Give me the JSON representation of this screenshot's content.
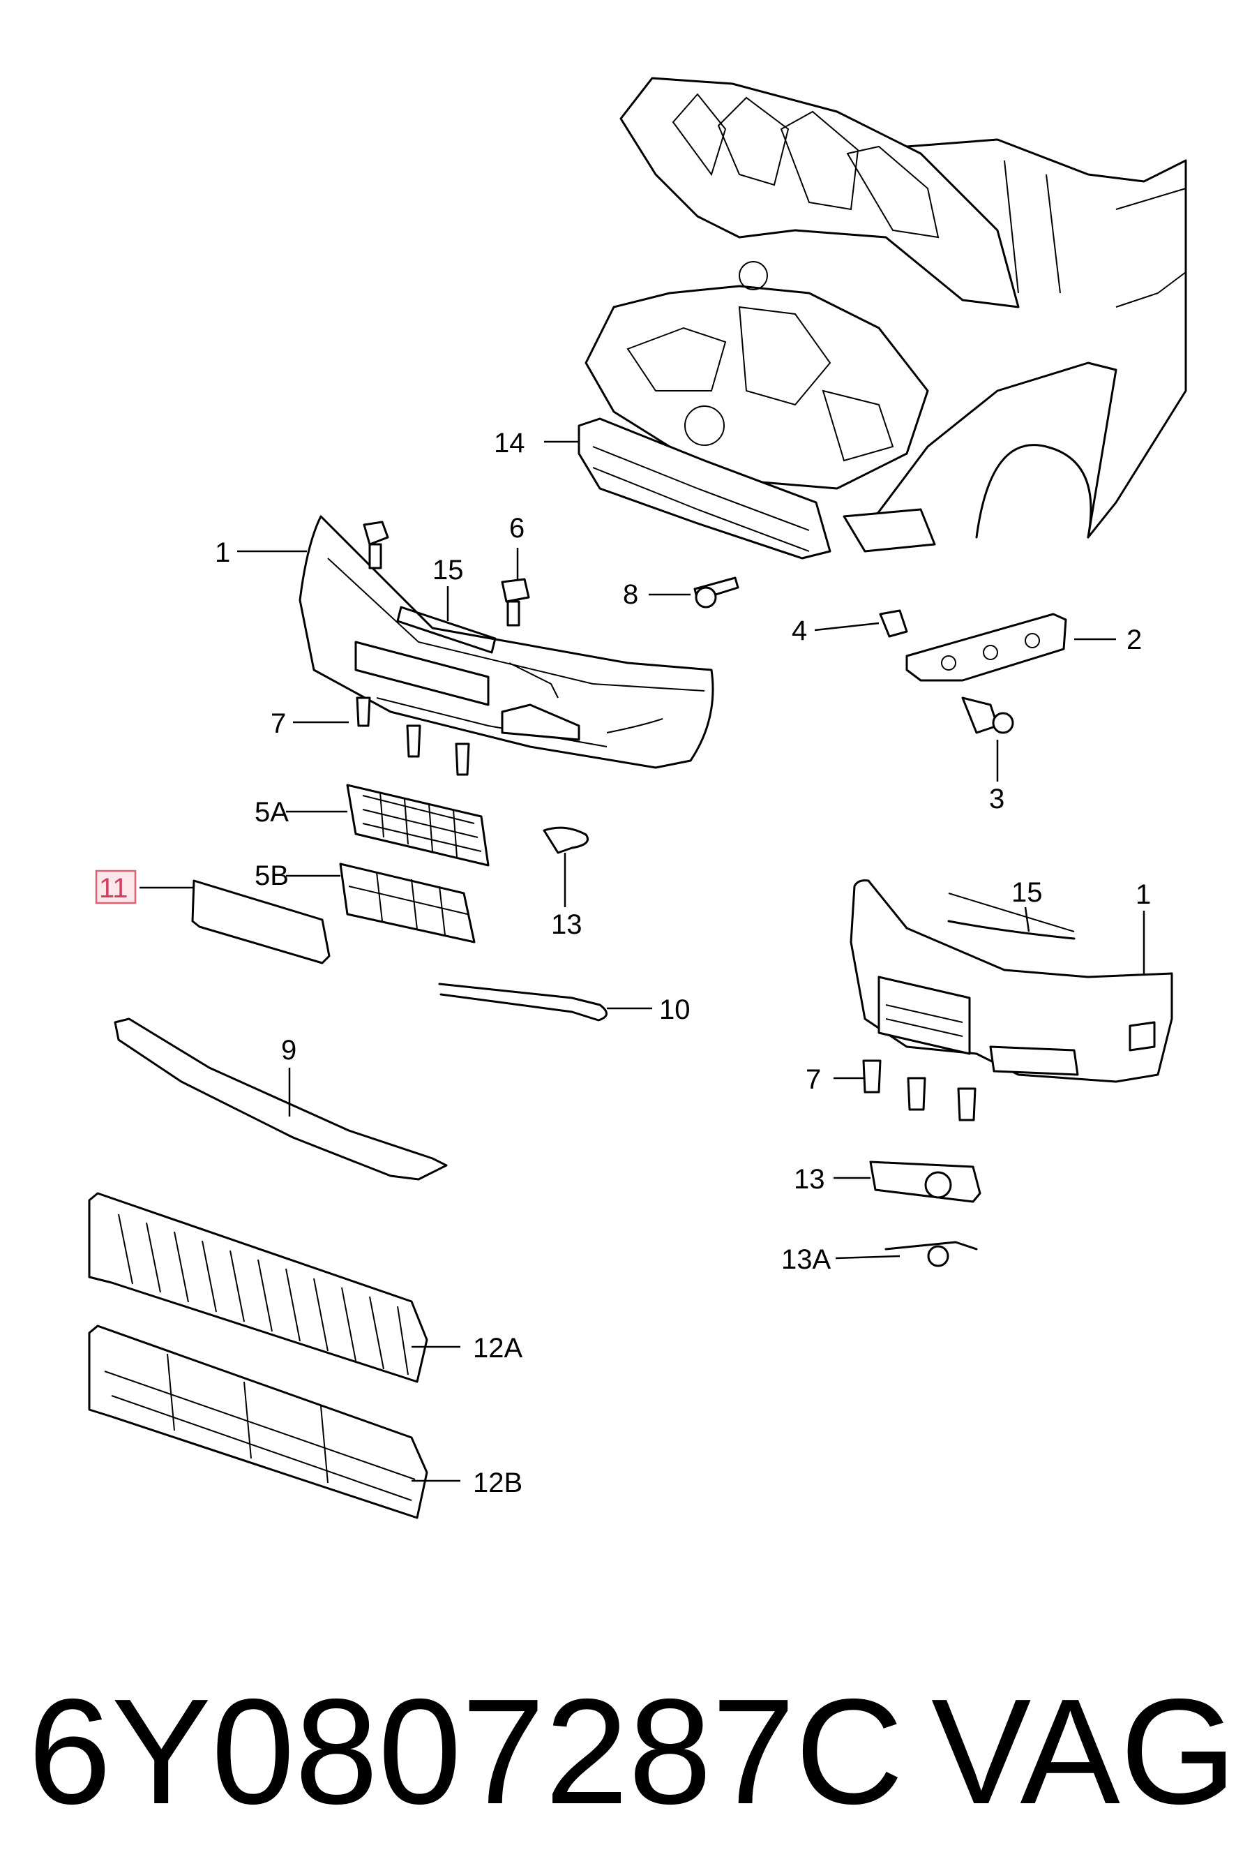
{
  "callouts": {
    "c1a": "1",
    "c1b": "1",
    "c2": "2",
    "c3": "3",
    "c4": "4",
    "c5a": "5A",
    "c5b": "5B",
    "c6": "6",
    "c7a": "7",
    "c7b": "7",
    "c8": "8",
    "c9": "9",
    "c10": "10",
    "c11": "11",
    "c12a": "12A",
    "c12b": "12B",
    "c13a": "13",
    "c13b": "13",
    "c13c": "13A",
    "c14": "14",
    "c15a": "15",
    "c15b": "15"
  },
  "highlighted_part": "11",
  "highlight_color": "#e06070",
  "footer": {
    "part_number": "6Y0807287C",
    "brand": "VAG"
  }
}
